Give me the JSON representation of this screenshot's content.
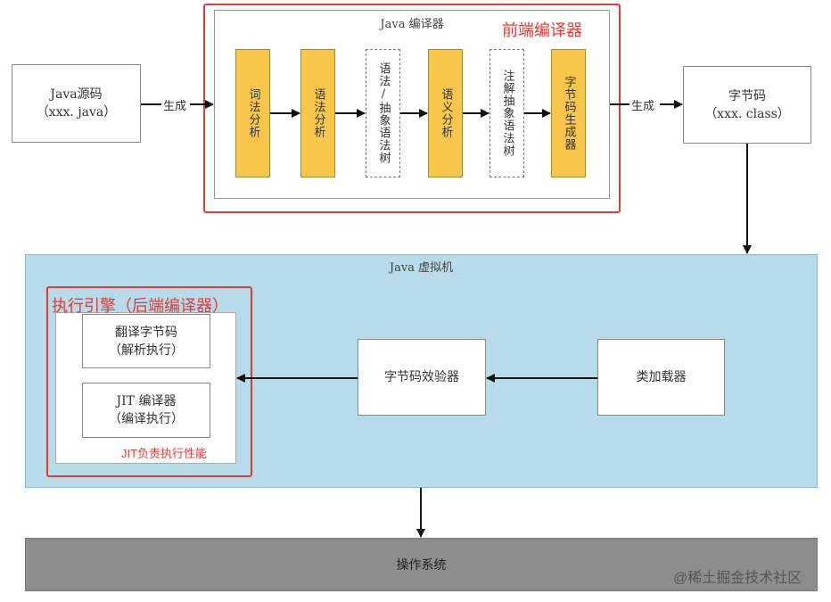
{
  "source": {
    "line1": "Java源码",
    "line2": "（xxx. java）"
  },
  "bytecode_file": {
    "line1": "字节码",
    "line2": "（xxx. class）"
  },
  "gen_label_left": "生成",
  "gen_label_right": "生成",
  "java_compiler": {
    "title": "Java 编译器",
    "stages": [
      "词法分析",
      "语法分析",
      "语法/抽象语法树",
      "语义分析",
      "注解抽象语法树",
      "字节码生成器"
    ]
  },
  "frontend_label": "前端编译器",
  "jvm": {
    "title": "Java 虚拟机",
    "exec_engine_label": "执行引擎（后端编译器）",
    "interpreter": {
      "line1": "翻译字节码",
      "line2": "（解析执行）"
    },
    "jit": {
      "line1": "JIT 编译器",
      "line2": "（编译执行）"
    },
    "jit_note": "JIT负责执行性能",
    "verifier": "字节码效验器",
    "class_loader": "类加载器"
  },
  "os": "操作系统",
  "watermark": "@稀土掘金技术社区",
  "colors": {
    "stage_fill": "#f7c64a",
    "jvm_fill": "#b7dbe8",
    "os_fill": "#8d8d8d",
    "highlight": "#e53a33"
  }
}
